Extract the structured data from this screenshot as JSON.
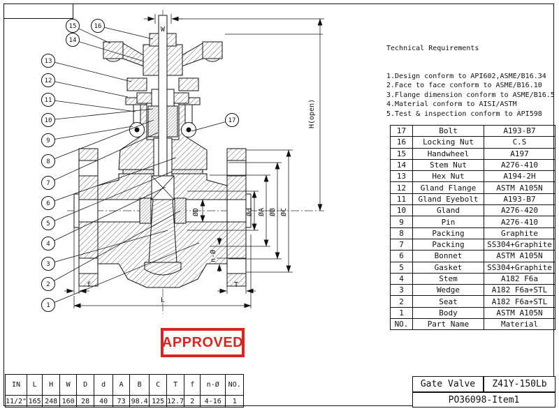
{
  "tech_requirements": {
    "title": "Technical Requirements",
    "items": [
      "1.Design conform to API602,ASME/B16.34",
      "2.Face to face conform to ASME/B16.10",
      "3.Flange dimension conform to ASME/B16.5",
      "4.Material conform to AISI/ASTM",
      "5.Test & inspection conform to API598"
    ]
  },
  "parts_table": {
    "header": {
      "no": "NO.",
      "name": "Part Name",
      "material": "Material"
    },
    "rows": [
      {
        "no": "17",
        "name": "Bolt",
        "material": "A193-B7"
      },
      {
        "no": "16",
        "name": "Locking Nut",
        "material": "C.S"
      },
      {
        "no": "15",
        "name": "Handwheel",
        "material": "A197"
      },
      {
        "no": "14",
        "name": "Stem Nut",
        "material": "A276-410"
      },
      {
        "no": "13",
        "name": "Hex Nut",
        "material": "A194-2H"
      },
      {
        "no": "12",
        "name": "Gland Flange",
        "material": "ASTM A105N"
      },
      {
        "no": "11",
        "name": "Gland Eyebolt",
        "material": "A193-B7"
      },
      {
        "no": "10",
        "name": "Gland",
        "material": "A276-420"
      },
      {
        "no": "9",
        "name": "Pin",
        "material": "A276-410"
      },
      {
        "no": "8",
        "name": "Packing",
        "material": "Graphite"
      },
      {
        "no": "7",
        "name": "Packing",
        "material": "SS304+Graphite"
      },
      {
        "no": "6",
        "name": "Bonnet",
        "material": "ASTM A105N"
      },
      {
        "no": "5",
        "name": "Gasket",
        "material": "SS304+Graphite"
      },
      {
        "no": "4",
        "name": "Stem",
        "material": "A182 F6a"
      },
      {
        "no": "3",
        "name": "Wedge",
        "material": "A182 F6a+STL"
      },
      {
        "no": "2",
        "name": "Seat",
        "material": "A182 F6a+STL"
      },
      {
        "no": "1",
        "name": "Body",
        "material": "ASTM A105N"
      }
    ]
  },
  "dimensions_table": {
    "headers": [
      "IN",
      "L",
      "H",
      "W",
      "D",
      "d",
      "A",
      "B",
      "C",
      "T",
      "f",
      "n-Ø",
      "NO."
    ],
    "values": [
      "11/2\"",
      "165",
      "248",
      "160",
      "28",
      "40",
      "73",
      "98.4",
      "125",
      "12.7",
      "2",
      "4-16",
      "1"
    ]
  },
  "title_block": {
    "product": "Gate Valve",
    "model": "Z41Y-150Lb",
    "drawing_no": "PO36098-Item1"
  },
  "stamp": {
    "label": "APPROVED",
    "color": "#d9251f"
  },
  "drawing": {
    "callouts": [
      "1",
      "2",
      "3",
      "4",
      "5",
      "6",
      "7",
      "8",
      "9",
      "10",
      "11",
      "12",
      "13",
      "14",
      "15",
      "16",
      "17"
    ],
    "labels": {
      "W": "W",
      "H_open": "H(open)",
      "dia_D": "ØD",
      "dia_d": "Ød",
      "dia_A": "ØA",
      "dia_B": "ØB",
      "dia_C": "ØC",
      "n_holes": "n-Ø",
      "f": "f",
      "T": "T",
      "L": "L"
    }
  }
}
